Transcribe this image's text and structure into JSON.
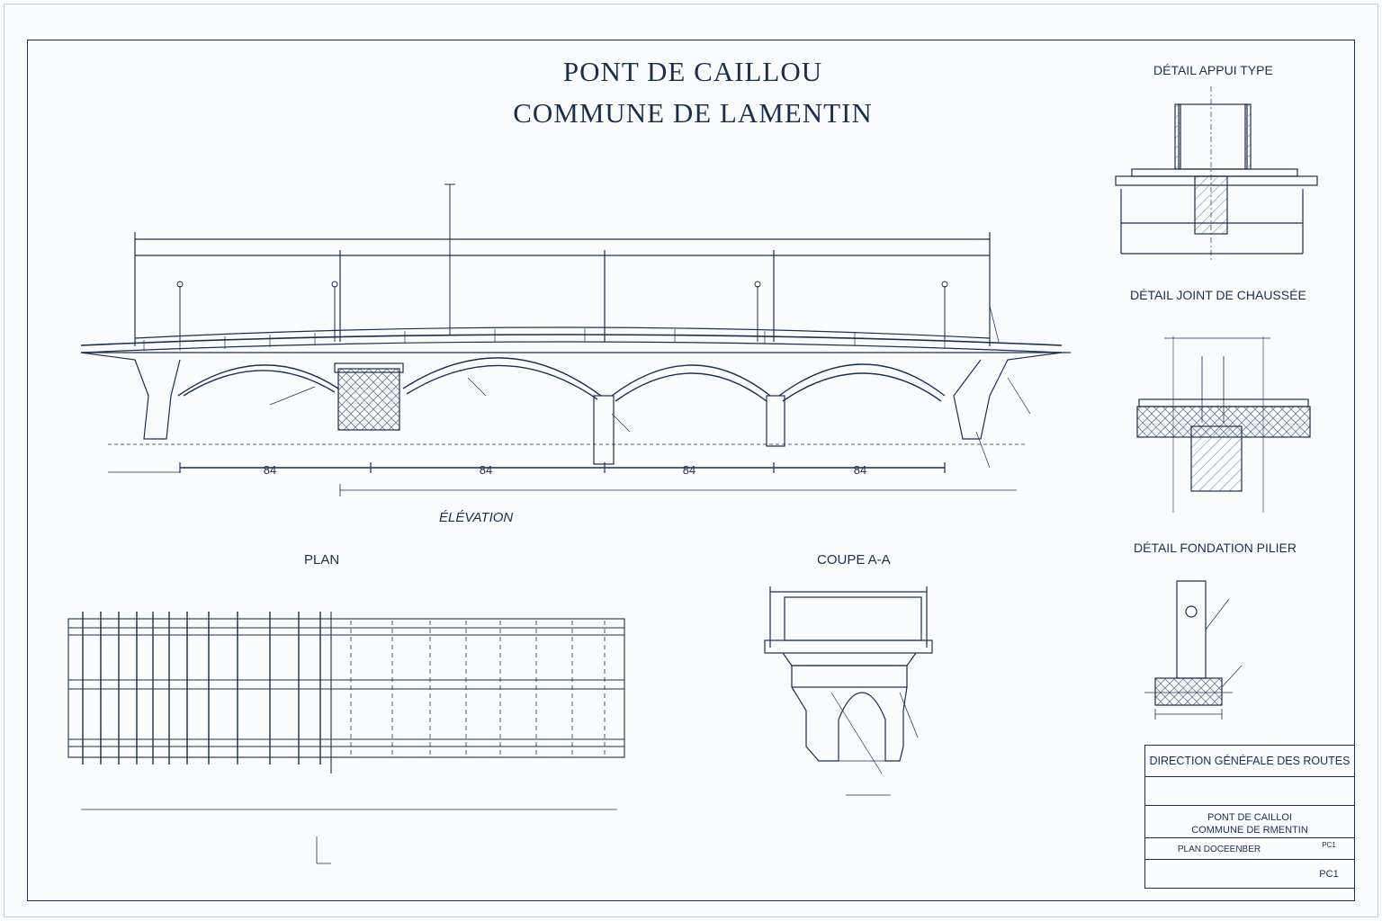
{
  "sheet": {
    "title_line1": "PONT DE CAILLOU",
    "title_line2": "COMMUNE DE LAMENTIN"
  },
  "views": {
    "elevation": "ÉLÉVATION",
    "plan": "PLAN",
    "coupe": "COUPE A-A",
    "detail_appui": "DÉTAIL APPUI TYPE",
    "detail_joint": "DÉTAIL JOINT DE CHAUSSÉE",
    "detail_fondation": "DÉTAIL FONDATION PILIER"
  },
  "elevation": {
    "span_labels": [
      "84",
      "84",
      "84",
      "84"
    ]
  },
  "cartouche": {
    "organisation": "DIRECTION GÉNÉFALE DES ROUTES",
    "project_line1": "PONT DE CAILLOI",
    "project_line2": "COMMUNE DE RMENTIN",
    "drawing_title": "PLAN DOCEENBER",
    "drawing_code": "PC1",
    "corner_small": "PC1"
  },
  "colors": {
    "ink": "#1a2e52",
    "paper": "#fbfcfe",
    "hatch": "#6b7a94"
  }
}
